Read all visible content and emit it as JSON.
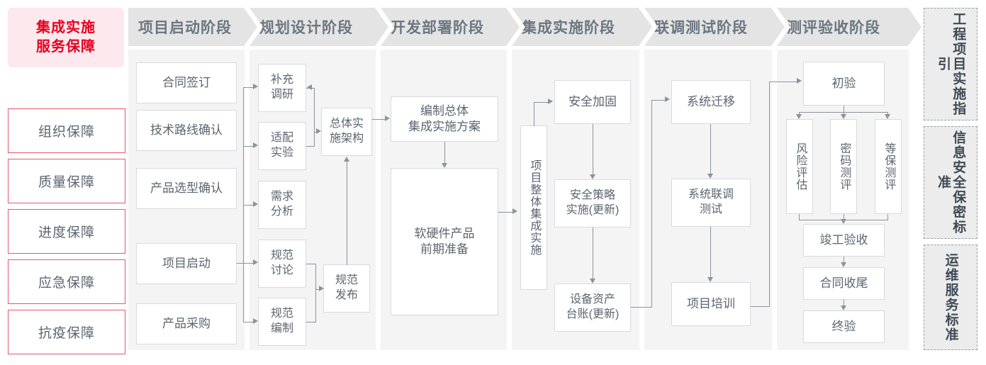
{
  "left_panel": {
    "title": "集成实施\n服务保障",
    "title_color": "#e60020",
    "items": [
      {
        "label": "组织保障"
      },
      {
        "label": "质量保障"
      },
      {
        "label": "进度保障"
      },
      {
        "label": "应急保障"
      },
      {
        "label": "抗疫保障"
      }
    ]
  },
  "phases": [
    {
      "header": "项目启动阶段",
      "nodes": [
        {
          "label": "合同签订"
        },
        {
          "label": "技术路线确认"
        },
        {
          "label": "产品选型确认"
        },
        {
          "label": "项目启动"
        },
        {
          "label": "产品采购"
        }
      ]
    },
    {
      "header": "规划设计阶段",
      "nodes": [
        {
          "label": "补充\n调研"
        },
        {
          "label": "适配\n实验"
        },
        {
          "label": "需求\n分析"
        },
        {
          "label": "规范\n讨论"
        },
        {
          "label": "规范\n编制"
        },
        {
          "label": "总体实\n施架构"
        },
        {
          "label": "规范\n发布"
        }
      ]
    },
    {
      "header": "开发部署阶段",
      "nodes": [
        {
          "label": "编制总体\n集成实施方案"
        },
        {
          "label": "软硬件产品\n前期准备"
        }
      ]
    },
    {
      "header": "集成实施阶段",
      "nodes": [
        {
          "label": "项目整体集成实施"
        },
        {
          "label": "安全加固"
        },
        {
          "label": "安全策略\n实施(更新)"
        },
        {
          "label": "设备资产\n台账(更新)"
        }
      ]
    },
    {
      "header": "联调测试阶段",
      "nodes": [
        {
          "label": "系统迁移"
        },
        {
          "label": "系统联调\n测试"
        },
        {
          "label": "项目培训"
        }
      ]
    },
    {
      "header": "测评验收阶段",
      "nodes": [
        {
          "label": "初验"
        },
        {
          "label": "风险评估"
        },
        {
          "label": "密码测评"
        },
        {
          "label": "等保测评"
        },
        {
          "label": "竣工验收"
        },
        {
          "label": "合同收尾"
        },
        {
          "label": "终验"
        }
      ]
    }
  ],
  "standards": [
    {
      "label": "工程项目实施指引"
    },
    {
      "label": "信息安全保密标准"
    },
    {
      "label": "运维服务标准"
    }
  ]
}
